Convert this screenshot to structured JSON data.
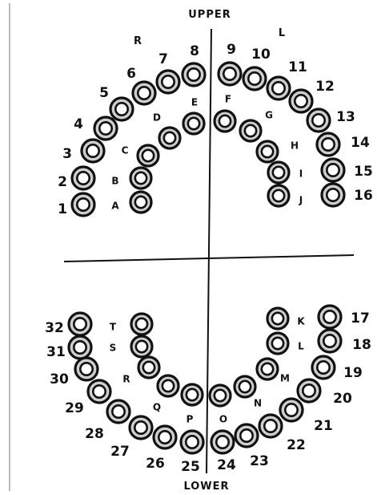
{
  "title_upper": "UPPER",
  "title_lower": "LOWER",
  "side_right": "R",
  "side_left": "L",
  "colors": {
    "ink": "#111111",
    "ring_fill": "#cfcfcf",
    "center": "#ffffff",
    "background": "#ffffff"
  },
  "upper_permanent": [
    "1",
    "2",
    "3",
    "4",
    "5",
    "6",
    "7",
    "8",
    "9",
    "10",
    "11",
    "12",
    "13",
    "14",
    "15",
    "16"
  ],
  "upper_primary": [
    "A",
    "B",
    "C",
    "D",
    "E",
    "F",
    "G",
    "H",
    "I",
    "J"
  ],
  "lower_permanent": [
    "17",
    "18",
    "19",
    "20",
    "21",
    "22",
    "23",
    "24",
    "25",
    "26",
    "27",
    "28",
    "29",
    "30",
    "31",
    "32"
  ],
  "lower_primary": [
    "K",
    "L",
    "M",
    "N",
    "O",
    "P",
    "Q",
    "R",
    "S",
    "T"
  ]
}
